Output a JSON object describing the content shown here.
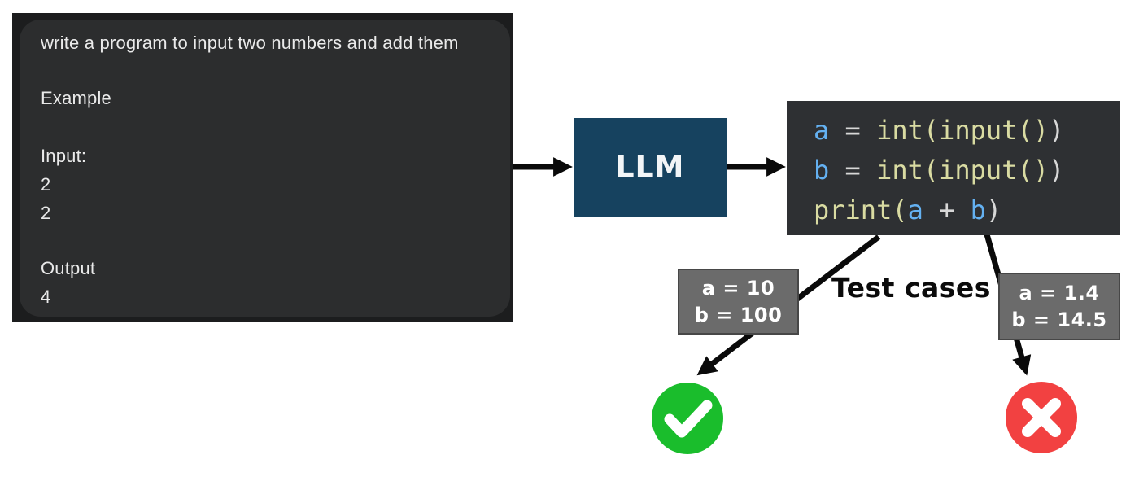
{
  "prompt_panel": {
    "prompt_line": "write a program to input two numbers and add them",
    "example_label": "Example",
    "input_label": "Input:",
    "input_value_1": "2",
    "input_value_2": "2",
    "output_label": "Output",
    "output_value": "4"
  },
  "llm_box": {
    "label": "LLM"
  },
  "code_block": {
    "language": "python",
    "full_code": "a = int(input())\nb = int(input())\nprint(a + b)",
    "lines": [
      {
        "tokens": [
          {
            "text": "a",
            "color": "blue"
          },
          {
            "text": " = ",
            "color": "plain"
          },
          {
            "text": "int(input()",
            "color": "khaki"
          },
          {
            "text": ")",
            "color": "plain"
          }
        ]
      },
      {
        "tokens": [
          {
            "text": "b",
            "color": "blue"
          },
          {
            "text": " = ",
            "color": "plain"
          },
          {
            "text": "int(input()",
            "color": "khaki"
          },
          {
            "text": ")",
            "color": "plain"
          }
        ]
      },
      {
        "tokens": [
          {
            "text": "print(",
            "color": "khaki"
          },
          {
            "text": "a",
            "color": "blue"
          },
          {
            "text": " + ",
            "color": "plain"
          },
          {
            "text": "b",
            "color": "blue"
          },
          {
            "text": ")",
            "color": "plain"
          }
        ]
      }
    ]
  },
  "test_cases": {
    "label": "Test cases",
    "pass_case": {
      "line_1": "a = 10",
      "line_2": "b = 100",
      "result": "pass"
    },
    "fail_case": {
      "line_1": "a = 1.4",
      "line_2": "b = 14.5",
      "result": "fail"
    }
  },
  "icons": {
    "pass": "check-icon",
    "fail": "cross-icon"
  },
  "colors": {
    "panel_bg": "#2c2d2e",
    "panel_frame": "#1c1d1e",
    "panel_text": "#eaeaea",
    "llm_box_bg": "#16425f",
    "code_bg": "#2e3033",
    "code_blue": "#64b1f2",
    "code_khaki": "#d9dba2",
    "code_plain": "#d7d7d7",
    "testcase_bg": "#6b6b6b",
    "testcase_text": "#ffffff",
    "label_text": "#0b0b0b",
    "pass_green": "#1abd2c",
    "fail_red": "#f24141",
    "arrow": "#0a0a0a"
  }
}
